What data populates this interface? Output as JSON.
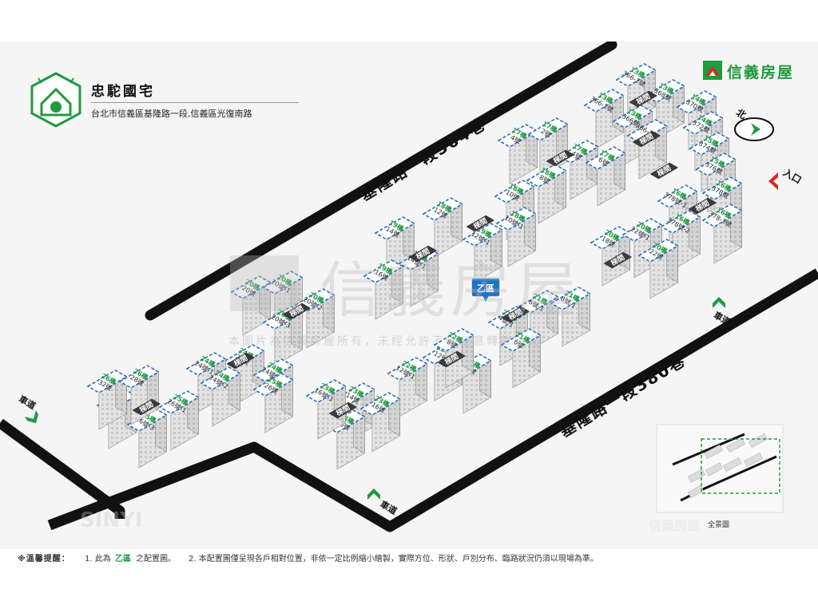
{
  "community": {
    "name": "忠駝國宅",
    "address": "台北市信義區基隆路一段,信義區光復南路"
  },
  "brand": {
    "name": "信義房屋",
    "color": "#1f9a3f",
    "accent": "#d62b1f"
  },
  "roads": {
    "north": "基隆路一段364巷",
    "south": "基隆路一段380巷",
    "driveways": [
      "車道",
      "車道",
      "車道"
    ]
  },
  "compass": {
    "label": "北"
  },
  "entrance": {
    "label": "入口"
  },
  "zone": {
    "label": "乙區"
  },
  "stair_label": "梯間",
  "overview": {
    "label": "全景圖"
  },
  "watermark": {
    "logo_text": "信義房屋",
    "copyright": "本圖片為信義房屋所有，未經允許不得任意轉載必究",
    "corner": "SINYI",
    "corner2": "信義房屋"
  },
  "notice": {
    "label": "※溫馨提醒：",
    "item1_prefix": "1. 此為",
    "item1_zone": "乙區",
    "item1_suffix": "之配置圖。",
    "item2": "2. 本配置圖僅呈現各戶相對位置，非依一定比例縮小繪製，實際方位、形狀、戶別分布、臨路狀況仍須以現場為準。"
  },
  "buildings": [
    {
      "floor": "13樓",
      "num": "366-2號"
    },
    {
      "floor": "13樓",
      "num": "368號"
    },
    {
      "floor": "13樓",
      "num": "366-1號"
    },
    {
      "floor": "13樓",
      "num": "366號"
    },
    {
      "floor": "",
      "num": "366-3號"
    },
    {
      "floor": "14樓",
      "num": "370號"
    },
    {
      "floor": "14樓",
      "num": "372號"
    },
    {
      "floor": "15樓",
      "num": "374號"
    },
    {
      "floor": "15樓",
      "num": "376號"
    },
    {
      "floor": "16樓",
      "num": "378號-1"
    },
    {
      "floor": "16樓",
      "num": "378號"
    },
    {
      "floor": "16樓",
      "num": "378號-2"
    },
    {
      "floor": "16樓",
      "num": "378-3號"
    },
    {
      "floor": "17樓",
      "num": "4號"
    },
    {
      "floor": "17樓",
      "num": "2號"
    },
    {
      "floor": "17樓",
      "num": "4號"
    },
    {
      "floor": "17樓",
      "num": "6號"
    },
    {
      "floor": "18樓",
      "num": "12號"
    },
    {
      "floor": "18樓",
      "num": "10號"
    },
    {
      "floor": "18樓",
      "num": "8號"
    },
    {
      "floor": "18樓",
      "num": "10號-1"
    },
    {
      "floor": "19樓",
      "num": "14號"
    },
    {
      "floor": "19樓",
      "num": "12號-1"
    },
    {
      "floor": "19樓",
      "num": "14號-1"
    },
    {
      "floor": "19樓",
      "num": "16號"
    },
    {
      "floor": "20樓",
      "num": "20號"
    },
    {
      "floor": "20樓",
      "num": "20號-1"
    },
    {
      "floor": "20樓",
      "num": "20號-2"
    },
    {
      "floor": "20樓",
      "num": "18號"
    },
    {
      "floor": "20樓",
      "num": "22號-1"
    },
    {
      "floor": "20樓",
      "num": "22號"
    },
    {
      "floor": "20樓",
      "num": "20號-3"
    },
    {
      "floor": "21樓",
      "num": "4號-1"
    },
    {
      "floor": "21樓",
      "num": "6號-1"
    },
    {
      "floor": "21樓",
      "num": "8號-1"
    },
    {
      "floor": "21樓",
      "num": "6號"
    },
    {
      "floor": "22樓",
      "num": "12號-1"
    },
    {
      "floor": "22樓",
      "num": "12號"
    },
    {
      "floor": "22樓",
      "num": "10號"
    },
    {
      "floor": "22樓",
      "num": "8號"
    },
    {
      "floor": "23樓",
      "num": "14號"
    },
    {
      "floor": "23樓",
      "num": "16號"
    },
    {
      "floor": "23樓",
      "num": "18號"
    },
    {
      "floor": "23樓",
      "num": "16號-1"
    },
    {
      "floor": "24樓",
      "num": "24號"
    },
    {
      "floor": "24樓",
      "num": "24號-1"
    },
    {
      "floor": "24樓",
      "num": "24號-2"
    },
    {
      "floor": "24樓",
      "num": "24號-3"
    },
    {
      "floor": "25樓",
      "num": "26號"
    },
    {
      "floor": "25樓",
      "num": "26號-1"
    },
    {
      "floor": "25樓",
      "num": "26號-2"
    },
    {
      "floor": "25樓",
      "num": "26號-3"
    },
    {
      "floor": "26樓",
      "num": "32號"
    },
    {
      "floor": "26樓",
      "num": "28號"
    }
  ]
}
